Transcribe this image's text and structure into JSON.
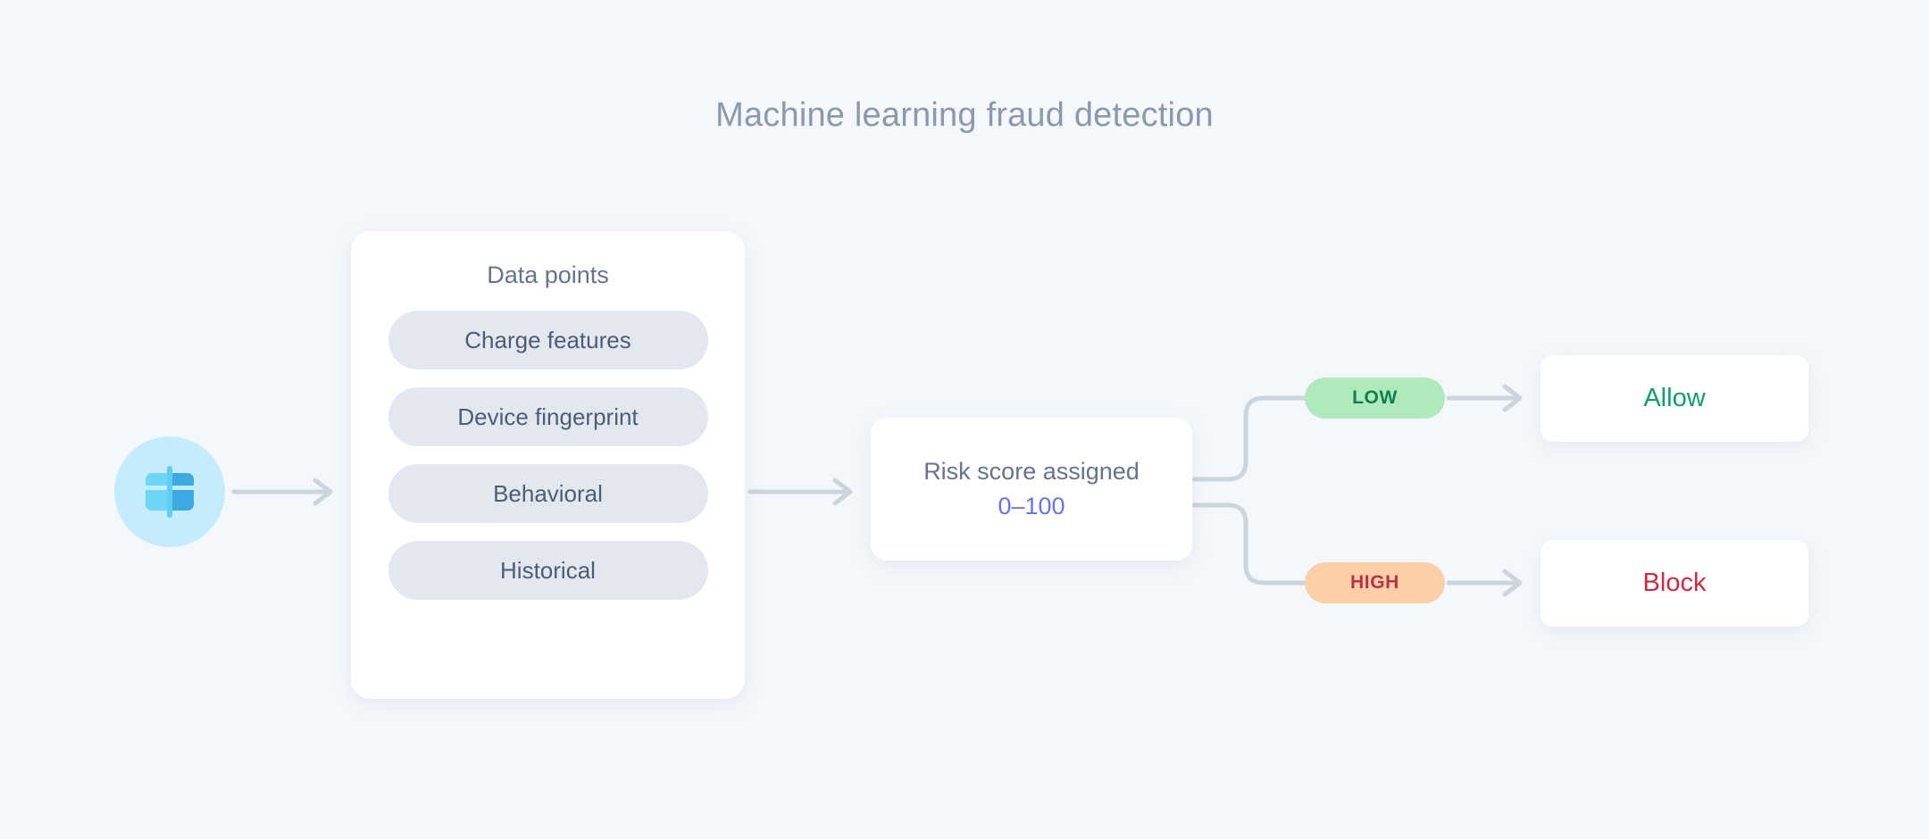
{
  "page": {
    "title": "Machine learning fraud detection",
    "background_color": "#f4f7fb",
    "title_color": "#8b99ab"
  },
  "source": {
    "icon_name": "credit-card-icon",
    "circle_color": "#c4ecfc",
    "card_light_color": "#6dd5f5",
    "card_dark_color": "#3caae0"
  },
  "data_points_card": {
    "heading": "Data points",
    "pill_background": "#e3e8f0",
    "pill_text_color": "#4e5c75",
    "items": [
      {
        "label": "Charge features"
      },
      {
        "label": "Device fingerprint"
      },
      {
        "label": "Behavioral"
      },
      {
        "label": "Historical"
      }
    ]
  },
  "risk_node": {
    "label": "Risk score assigned",
    "range": "0–100",
    "range_color": "#6574e8",
    "label_color": "#64748b"
  },
  "branches": [
    {
      "badge": "LOW",
      "badge_background": "#aeeabc",
      "badge_text_color": "#10804f",
      "outcome": "Allow",
      "outcome_color": "#0e9e68"
    },
    {
      "badge": "HIGH",
      "badge_background": "#fccfa8",
      "badge_text_color": "#bb2f43",
      "outcome": "Block",
      "outcome_color": "#cc2b44"
    }
  ],
  "connectors": {
    "line_color": "#ccd5de",
    "arrow_name": "chevron-arrow-head"
  }
}
